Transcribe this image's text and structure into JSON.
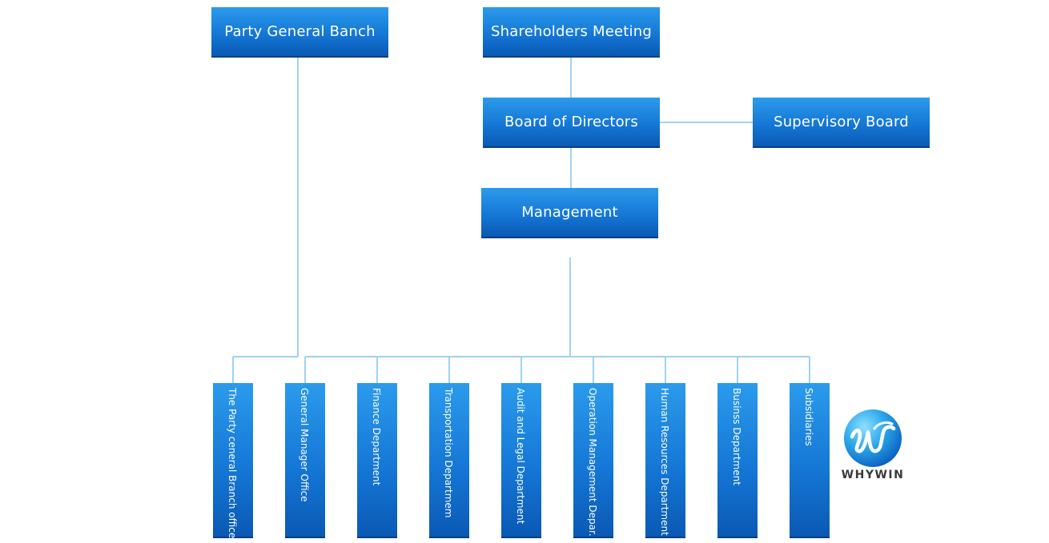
{
  "colors": {
    "box_top": "#2b9bec",
    "box_bottom": "#0a59b4",
    "connector": "#9fd3f2",
    "text": "#ffffff"
  },
  "top_boxes": {
    "party": "Party General Banch",
    "shareholders": "Shareholders Meeting",
    "board": "Board of Directors",
    "supervisory": "Supervisory Board",
    "management": "Management"
  },
  "departments": [
    "The Party ceneral Branch office",
    "General Manager Office",
    "Finance Department",
    "Transportation Departmem",
    "Audit and Legal Department",
    "Operation Management Depar.",
    "Human Resources Department",
    "Businss Department",
    "Subsidiaries"
  ],
  "logo": {
    "text": "WHYWIN",
    "icon": "whywin-logo-icon"
  }
}
